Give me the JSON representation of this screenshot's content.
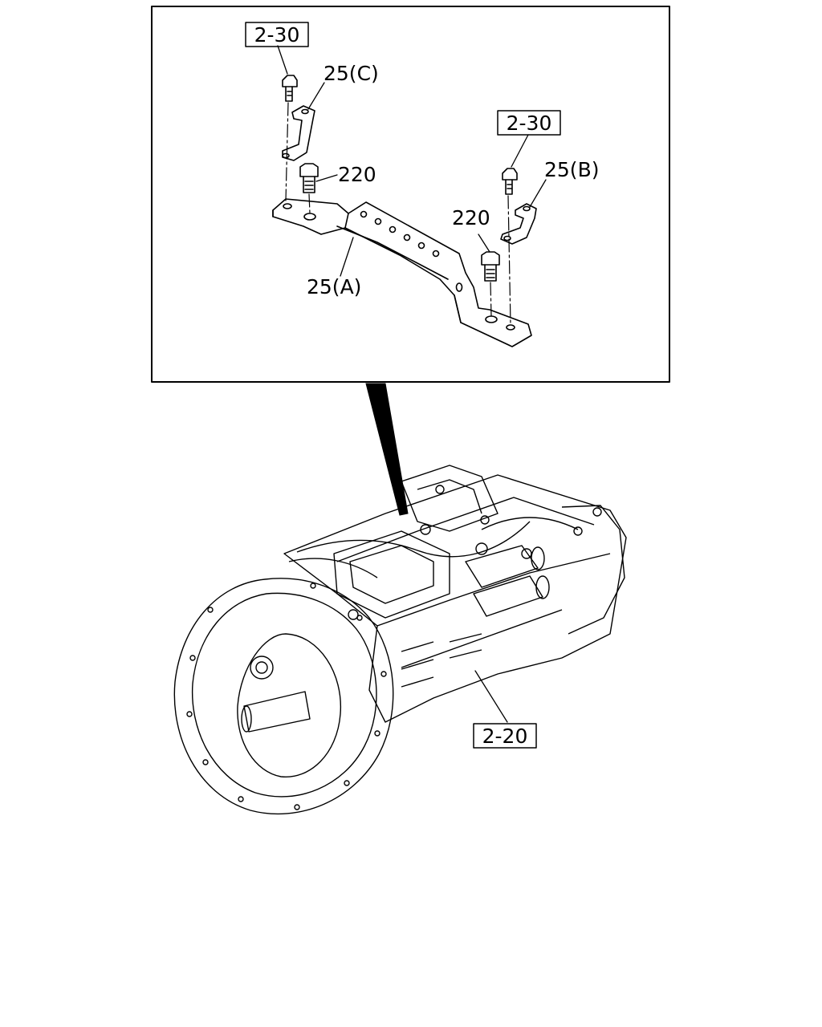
{
  "callouts": {
    "ref_top_left": "2-30",
    "bracket_c": "25(C)",
    "bolt_left": "220",
    "ref_top_right": "2-30",
    "bracket_b": "25(B)",
    "bolt_right": "220",
    "bracket_a": "25(A)",
    "ref_transmission": "2-20"
  },
  "colors": {
    "line": "#000000",
    "background": "#ffffff"
  }
}
